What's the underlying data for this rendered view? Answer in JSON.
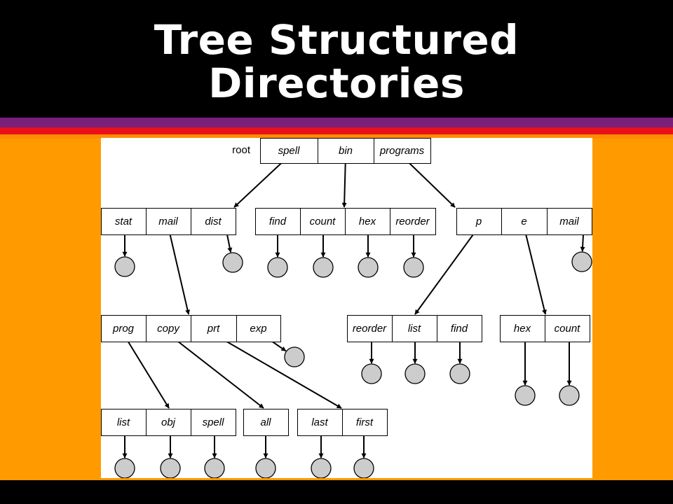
{
  "slide": {
    "title_line1": "Tree Structured",
    "title_line2": "Directories"
  },
  "colors": {
    "background": "#000000",
    "body": "#ff9a00",
    "panel": "#ffffff",
    "stripe_purple": "#7a1f7a",
    "stripe_red": "#e8101a",
    "title_text": "#ffffff",
    "node_fill": "#cccccc"
  },
  "diagram": {
    "root_label": "root",
    "directories": [
      {
        "id": "root",
        "entries": [
          "spell",
          "bin",
          "programs"
        ]
      },
      {
        "id": "spell",
        "entries": [
          "stat",
          "mail",
          "dist"
        ]
      },
      {
        "id": "bin",
        "entries": [
          "find",
          "count",
          "hex",
          "reorder"
        ]
      },
      {
        "id": "programs",
        "entries": [
          "p",
          "e",
          "mail"
        ]
      },
      {
        "id": "spell-mail",
        "entries": [
          "prog",
          "copy",
          "prt",
          "exp"
        ]
      },
      {
        "id": "programs-p",
        "entries": [
          "reorder",
          "list",
          "find"
        ]
      },
      {
        "id": "programs-e",
        "entries": [
          "hex",
          "count"
        ]
      },
      {
        "id": "mail-prog",
        "entries": [
          "list",
          "obj",
          "spell"
        ]
      },
      {
        "id": "mail-copy",
        "entries": [
          "all"
        ]
      },
      {
        "id": "mail-prt",
        "entries": [
          "last",
          "first"
        ]
      }
    ]
  }
}
